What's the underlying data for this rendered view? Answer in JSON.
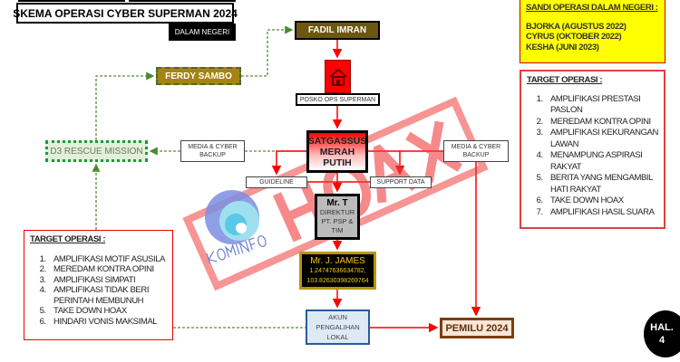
{
  "title": "SKEMA OPERASI CYBER SUPERMAN 2024",
  "subtitle": "DALAM NEGERI",
  "nodes": {
    "fadil": "FADIL IMRAN",
    "ferdy": "FERDY SAMBO",
    "posko": "POSKO OPS SUPERMAN",
    "d3": "D3 RESCUE MISSION",
    "media_left": "MEDIA & CYBER BACKUP",
    "media_right": "MEDIA & CYBER BACKUP",
    "satgassus": "SATGASSUS MERAH PUTIH",
    "guideline": "GUIDELINE",
    "support": "SUPPORT DATA",
    "mr_t_name": "Mr. T",
    "mr_t_desc": "DIREKTUR PT. PSP & TIM",
    "james_name": "Mr. J. JAMES",
    "james_coords_1": "1.24747636634782,",
    "james_coords_2": "103.82630398269764",
    "akun": "AKUN PENGALIHAN LOKAL",
    "pemilu": "PEMILU 2024"
  },
  "left_target": {
    "heading": "TARGET OPERASI :",
    "items": [
      "AMPLIFIKASI MOTIF ASUSILA",
      "MEREDAM KONTRA OPINI",
      "AMPLIFIKASI SIMPATI",
      "AMPLIFIKASI TIDAK BERI PERINTAH MEMBUNUH",
      "TAKE DOWN HOAX",
      "HINDARI VONIS MAKSIMAL"
    ]
  },
  "sandi": {
    "heading": "SANDI OPERASI DALAM NEGERI :",
    "items": [
      "BJORKA (AGUSTUS 2022)",
      "CYRUS (OKTOBER 2022)",
      "KESHA (JUNI 2023)"
    ]
  },
  "right_target": {
    "heading": "TARGET OPERASI :",
    "items": [
      "AMPLIFIKASI PRESTASI PASLON",
      "MEREDAM KONTRA OPINI",
      "AMPLIFIKASI KEKURANGAN LAWAN",
      "MENAMPUNG ASPIRASI RAKYAT",
      "BERITA YANG MENGAMBIL HATI RAKYAT",
      "TAKE DOWN HOAX",
      "AMPLIFIKASI HASIL SUARA"
    ]
  },
  "stamp": "HOAX",
  "logo": "KOMINFO",
  "page": {
    "label": "HAL.",
    "number": "4"
  }
}
